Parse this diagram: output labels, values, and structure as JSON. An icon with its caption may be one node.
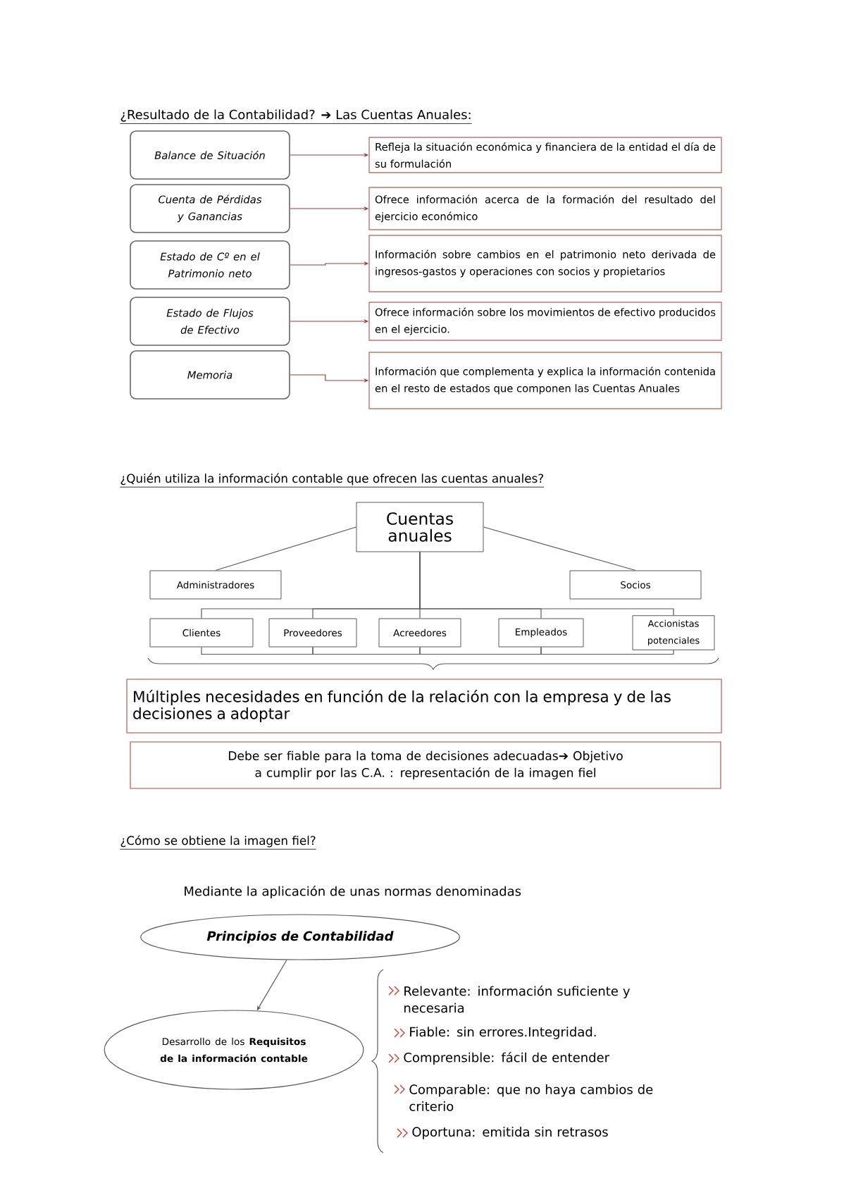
{
  "diagram": {
    "nodes": [
      {
        "text": [
          "Balance de Situación"
        ]
      },
      {
        "text": [
          "Cuenta de Pérdidas y Ganancias"
        ]
      },
      {
        "text": [
          "Estado de Cº en el Patrimonio neto"
        ]
      },
      {
        "text": [
          "Estado de Flujos de Efectivo"
        ]
      },
      {
        "text": [
          "Memoria"
        ]
      },
      {
        "text": [
          "Refleja la situación económica y financiera de la entidad el día de su formulación"
        ]
      },
      {
        "text": [
          "Ofrece información acerca de la formación del resultado del ejercicio económico"
        ]
      },
      {
        "text": [
          "Información sobre cambios en el patrimonio neto derivada de ingresos-gastos y operaciones con socios y propietarios"
        ]
      },
      {
        "text": [
          "Ofrece información sobre los movimientos de efectivo producidos en el ejercicio."
        ]
      },
      {
        "text": [
          "Información que complementa y explica la información contenida en el resto de estados que componen las Cuentas Anuales"
        ]
      },
      {
        "text": [
          "Cuentas anuales"
        ]
      },
      {
        "text": [
          "Administradores"
        ]
      },
      {
        "text": [
          "Socios"
        ]
      },
      {
        "text": [
          "Clientes"
        ]
      },
      {
        "text": [
          "Proveedores"
        ]
      },
      {
        "text": [
          "Acreedores"
        ]
      },
      {
        "text": [
          "Empleados"
        ]
      },
      {
        "text": [
          "Accionistas potenciales"
        ]
      },
      {
        "text": [
          "Múltiples necesidades en función de la relación con la empresa y de las decisiones a adoptar"
        ]
      },
      {
        "text": [
          "Debe ser fiable para la toma de decisiones adecuadas➔ Objetivo a cumplir por las C.A. : representación de la imagen fiel"
        ]
      },
      {
        "text": [
          "Principios de Contabilidad"
        ]
      },
      {
        "text": [
          "Desarrollo de los **Requisitos de la información contable**"
        ]
      }
    ],
    "edges": [
      {
        "from": 0,
        "to": 5,
        "arrow": "to",
        "color": "#a23b36"
      },
      {
        "from": 1,
        "to": 6,
        "arrow": "to",
        "color": "#a23b36"
      },
      {
        "from": 2,
        "to": 7,
        "arrow": "to",
        "color": "#a23b36"
      },
      {
        "from": 3,
        "to": 8,
        "arrow": "to",
        "color": "#a23b36"
      },
      {
        "from": 4,
        "to": 9,
        "arrow": "to",
        "color": "#a23b36"
      },
      {
        "from": 10,
        "to": 11,
        "arrow": "none"
      },
      {
        "from": 10,
        "to": 12,
        "arrow": "none"
      },
      {
        "from": 10,
        "to": 13,
        "arrow": "none"
      },
      {
        "from": 10,
        "to": 14,
        "arrow": "none"
      },
      {
        "from": 10,
        "to": 15,
        "arrow": "none"
      },
      {
        "from": 10,
        "to": 16,
        "arrow": "none"
      },
      {
        "from": 10,
        "to": 17,
        "arrow": "none"
      },
      {
        "from": 13,
        "to": 14,
        "arrow": "none"
      },
      {
        "from": 14,
        "to": 15,
        "arrow": "none"
      },
      {
        "from": 15,
        "to": 16,
        "arrow": "none"
      },
      {
        "from": 16,
        "to": 17,
        "arrow": "none"
      },
      {
        "from": 20,
        "to": 21,
        "arrow": "to"
      }
    ],
    "labels": [
      "¿Resultado de la Contabilidad? ➔ Las Cuentas Anuales:",
      "¿Quién utiliza la información contable que ofrecen las cuentas anuales?",
      "¿Cómo se obtiene la imagen fiel?",
      "Mediante la aplicación de unas normas denominadas",
      "Relevante: información suficiente y necesaria",
      "Fiable: sin errores.Integridad.",
      "Comprensible: fácil de entender",
      "Comparable: que no haya cambios de criterio",
      "Oportuna: emitida sin retrasos"
    ]
  }
}
